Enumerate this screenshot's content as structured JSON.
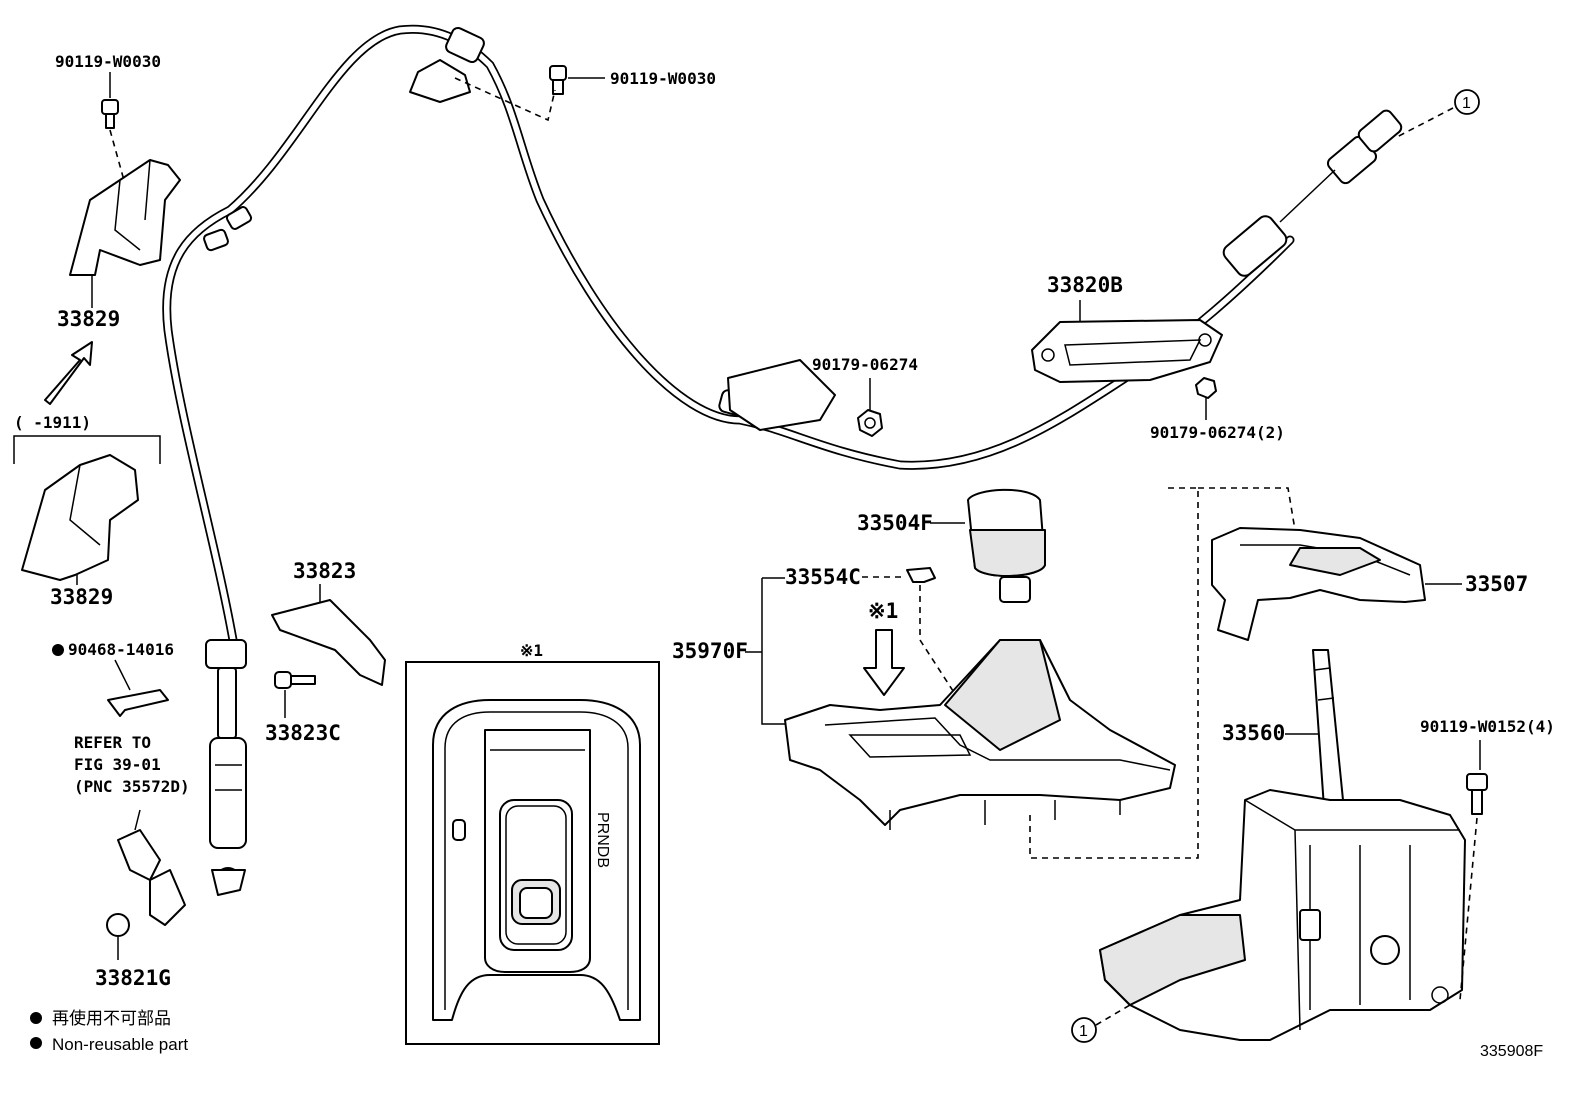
{
  "labels": {
    "bolt_top_left": "90119-W0030",
    "bolt_top_mid": "90119-W0030",
    "circle_marker": "1",
    "bracket_upper": "33829",
    "bracket_lower": "33829",
    "range_note": "(    -1911)",
    "nonreusable_pin": "90468-14016",
    "refer_line1": "REFER TO",
    "refer_line2": "FIG 39-01",
    "refer_line3": "(PNC 35572D)",
    "bushing": "33821G",
    "plate": "33823",
    "plate_bolt": "33823C",
    "nut_cable": "90179-06274",
    "cable_assy": "33820B",
    "nut_cable_2": "90179-06274(2)",
    "knob": "33504F",
    "clip": "33554C",
    "housing": "35970F",
    "detail_mark": "※1",
    "detail_box_mark": "※1",
    "indicator_letters": "PRNDB",
    "cover": "33507",
    "lever": "33560",
    "shift_bolt": "90119-W0152(4)",
    "circle_marker_bottom": "1",
    "figure_id": "335908F"
  },
  "legend": {
    "jp": "再使用不可部品",
    "en": "Non-reusable part"
  }
}
